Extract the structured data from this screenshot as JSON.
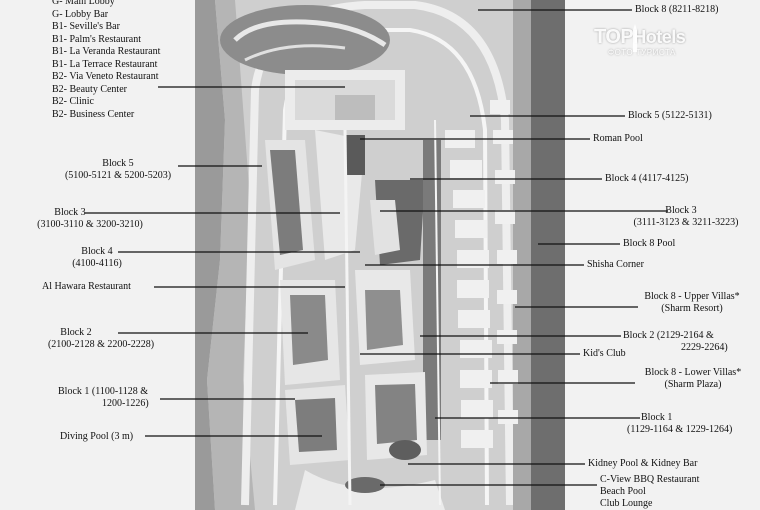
{
  "legend": [
    "G- Main Lobby",
    "G- Lobby Bar",
    "B1- Seville's Bar",
    "B1- Palm's Restaurant",
    "B1- La Veranda Restaurant",
    "B1- La Terrace Restaurant",
    "B2- Via Veneto Restaurant",
    "B2- Beauty Center",
    "B2- Clinic",
    "B2- Business Center"
  ],
  "labels_left": {
    "block5_title": "Block 5",
    "block5_rooms": "(5100-5121 & 5200-5203)",
    "block3_title": "Block 3",
    "block3_rooms": "(3100-3110 & 3200-3210)",
    "block4_title": "Block 4",
    "block4_rooms": "(4100-4116)",
    "al_hawara": "Al Hawara Restaurant",
    "block2_title": "Block 2",
    "block2_rooms": "(2100-2128 & 2200-2228)",
    "block1_line1": "Block 1 (1100-1128 &",
    "block1_line2": "1200-1226)",
    "diving_pool": "Diving Pool (3 m)"
  },
  "labels_right": {
    "block8_top": "Block 8 (8211-8218)",
    "block5": "Block 5 (5122-5131)",
    "roman_pool": "Roman Pool",
    "block4": "Block 4 (4117-4125)",
    "block3_title": "Block 3",
    "block3_rooms": "(3111-3123 & 3211-3223)",
    "block8_pool": "Block 8 Pool",
    "shisha": "Shisha Corner",
    "upper_villas_title": "Block 8 - Upper Villas*",
    "upper_villas_sub": "(Sharm Resort)",
    "block2_line1": "Block 2 (2129-2164 &",
    "block2_line2": "2229-2264)",
    "kids_club": "Kid's Club",
    "lower_villas_title": "Block 8 - Lower Villas*",
    "lower_villas_sub": "(Sharm Plaza)",
    "block1_title": "Block 1",
    "block1_rooms": "(1129-1164 & 1229-1264)",
    "kidney_pool": "Kidney Pool & Kidney Bar",
    "cview": "C-View BBQ Restaurant",
    "beach_pool": "Beach Pool",
    "club_lounge": "Club Lounge"
  },
  "watermark": {
    "brand_top": "TOP",
    "brand_hotels": "Hotels",
    "subtitle": "ФОТО ТУРИСТА"
  },
  "colors": {
    "paper": "#f2f2f2",
    "map_base": "#d9d9d9",
    "leader_line": "#111111"
  }
}
